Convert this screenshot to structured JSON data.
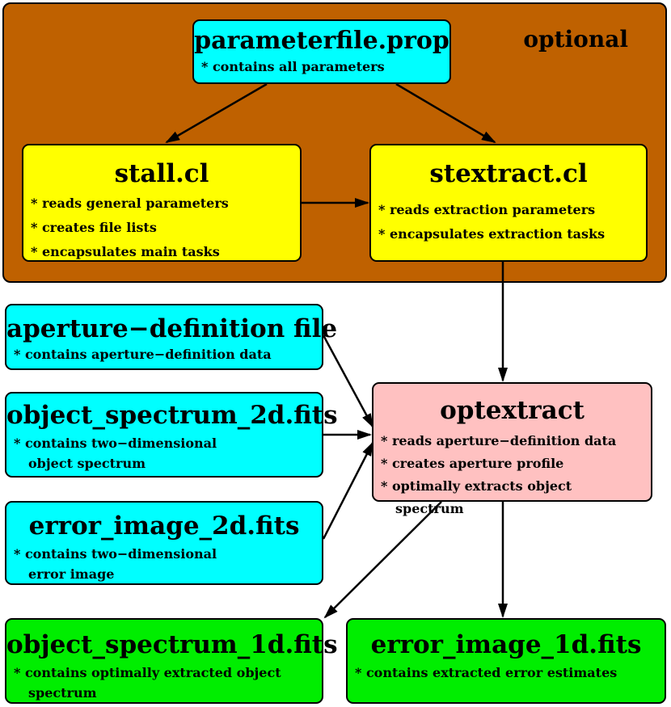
{
  "colors": {
    "group": "#bf6100",
    "cyan": "#00ffff",
    "yellow": "#ffff00",
    "pink": "#ffc1c1",
    "green": "#00ee00",
    "stroke": "#000000"
  },
  "group": {
    "label": "optional"
  },
  "boxes": {
    "parameterfile": {
      "title": "parameterfile.prop",
      "items": [
        "* contains all parameters"
      ]
    },
    "stall": {
      "title": "stall.cl",
      "items": [
        "* reads general parameters",
        "* creates file lists",
        "* encapsulates main tasks"
      ]
    },
    "stextract": {
      "title": "stextract.cl",
      "items": [
        "* reads extraction parameters",
        "* encapsulates extraction tasks"
      ]
    },
    "aperture": {
      "title": "aperture−definition file",
      "items": [
        "* contains aperture−definition data"
      ]
    },
    "object2d": {
      "title": "object_spectrum_2d.fits",
      "items": [
        "* contains two−dimensional object spectrum"
      ]
    },
    "error2d": {
      "title": "error_image_2d.fits",
      "items": [
        "* contains two−dimensional error image"
      ]
    },
    "optextract": {
      "title": "optextract",
      "items": [
        "* reads aperture−definition data",
        "* creates aperture profile",
        "* optimally extracts object spectrum"
      ]
    },
    "object1d": {
      "title": "object_spectrum_1d.fits",
      "items": [
        "* contains optimally extracted object spectrum"
      ]
    },
    "error1d": {
      "title": "error_image_1d.fits",
      "items": [
        "* contains extracted error estimates"
      ]
    }
  }
}
